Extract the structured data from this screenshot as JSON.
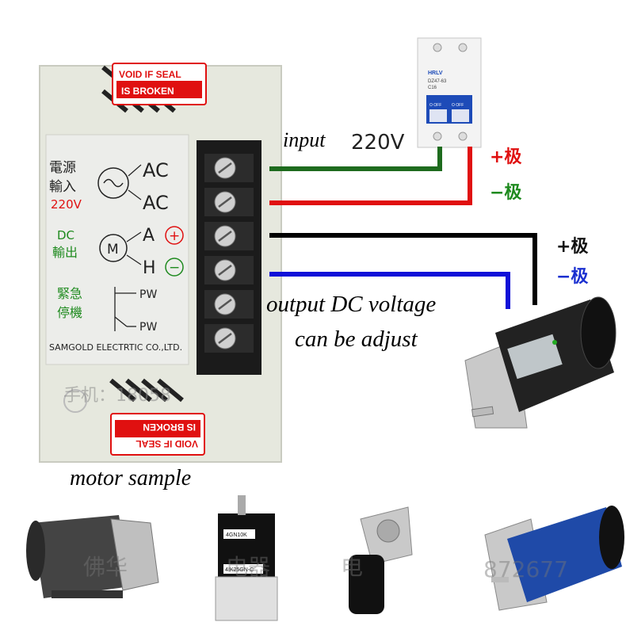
{
  "controller": {
    "seal_top": [
      "VOID IF SEAL",
      "IS BROKEN"
    ],
    "seal_bottom": [
      "VOID IF SEAL",
      "IS BROKEN"
    ],
    "power_input_label": [
      "電源",
      "輸入"
    ],
    "power_input_voltage": "220V",
    "ac_label_1": "AC",
    "ac_label_2": "AC",
    "dc_output_label": [
      "DC",
      "輸出"
    ],
    "motor_symbol": "M",
    "a_label": "A",
    "h_label": "H",
    "plus_sign": "+",
    "minus_sign": "−",
    "estop_label": [
      "緊急",
      "停機"
    ],
    "pw_label_1": "PW",
    "pw_label_2": "PW",
    "brand": "SAMGOLD ELECTRTIC CO.,LTD.",
    "watermark": "手机：18058"
  },
  "breaker": {
    "brand": "HRLV",
    "model": "DZ47-63",
    "rating": "C16",
    "off_1": "O OFF",
    "off_2": "O OFF"
  },
  "annotations": {
    "input_word": "input",
    "input_voltage": "220V",
    "input_plus": "+极",
    "input_minus": "−极",
    "output_plus": "+极",
    "output_minus": "−极",
    "output_line_1": "output DC voltage",
    "output_line_2": "can be adjust",
    "motor_sample": "motor sample"
  },
  "samples": {
    "gear_label_1": "4GN10K",
    "gear_label_2": "4IK25GN-C",
    "watermark_1": "佛华",
    "watermark_2": "电器",
    "watermark_3": "电",
    "watermark_4": "872677"
  },
  "colors": {
    "panel": "#e4e7dc",
    "terminal": "#222222",
    "wire_green": "#1e6b1e",
    "wire_red": "#e01010",
    "wire_black": "#000000",
    "wire_blue": "#1010d8",
    "label_red": "#e01010",
    "label_green": "#1e8a1e",
    "label_blue": "#1a2fd0",
    "motor_blue": "#1f4aa8"
  }
}
